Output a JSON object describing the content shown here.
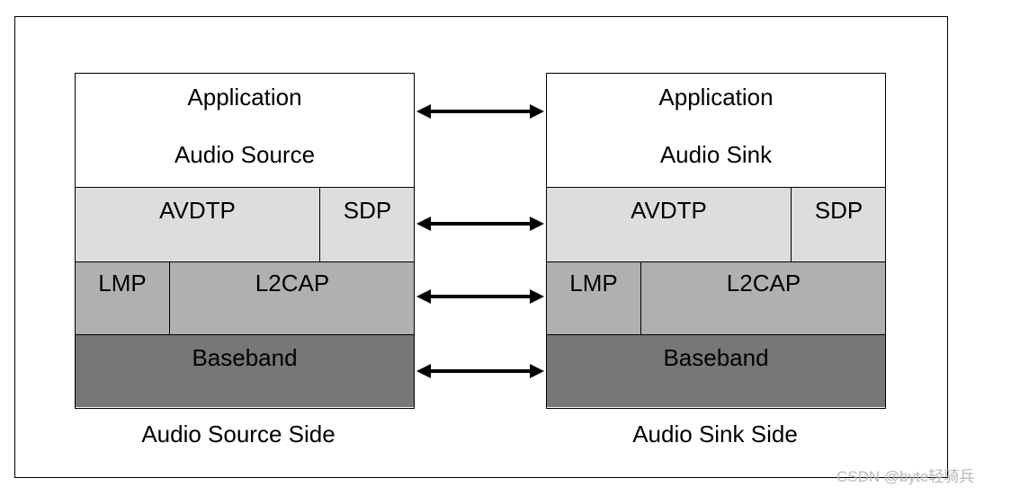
{
  "source_side": {
    "application": "Application",
    "role": "Audio Source",
    "avdtp": "AVDTP",
    "sdp": "SDP",
    "lmp": "LMP",
    "l2cap": "L2CAP",
    "baseband": "Baseband",
    "label": "Audio Source Side"
  },
  "sink_side": {
    "application": "Application",
    "role": "Audio Sink",
    "avdtp": "AVDTP",
    "sdp": "SDP",
    "lmp": "LMP",
    "l2cap": "L2CAP",
    "baseband": "Baseband",
    "label": "Audio Sink Side"
  },
  "colors": {
    "application": "#ffffff",
    "avdtp_sdp": "#dddddd",
    "lmp_l2cap": "#b0b0b0",
    "baseband": "#777777"
  },
  "watermark": "CSDN @byte轻骑兵"
}
